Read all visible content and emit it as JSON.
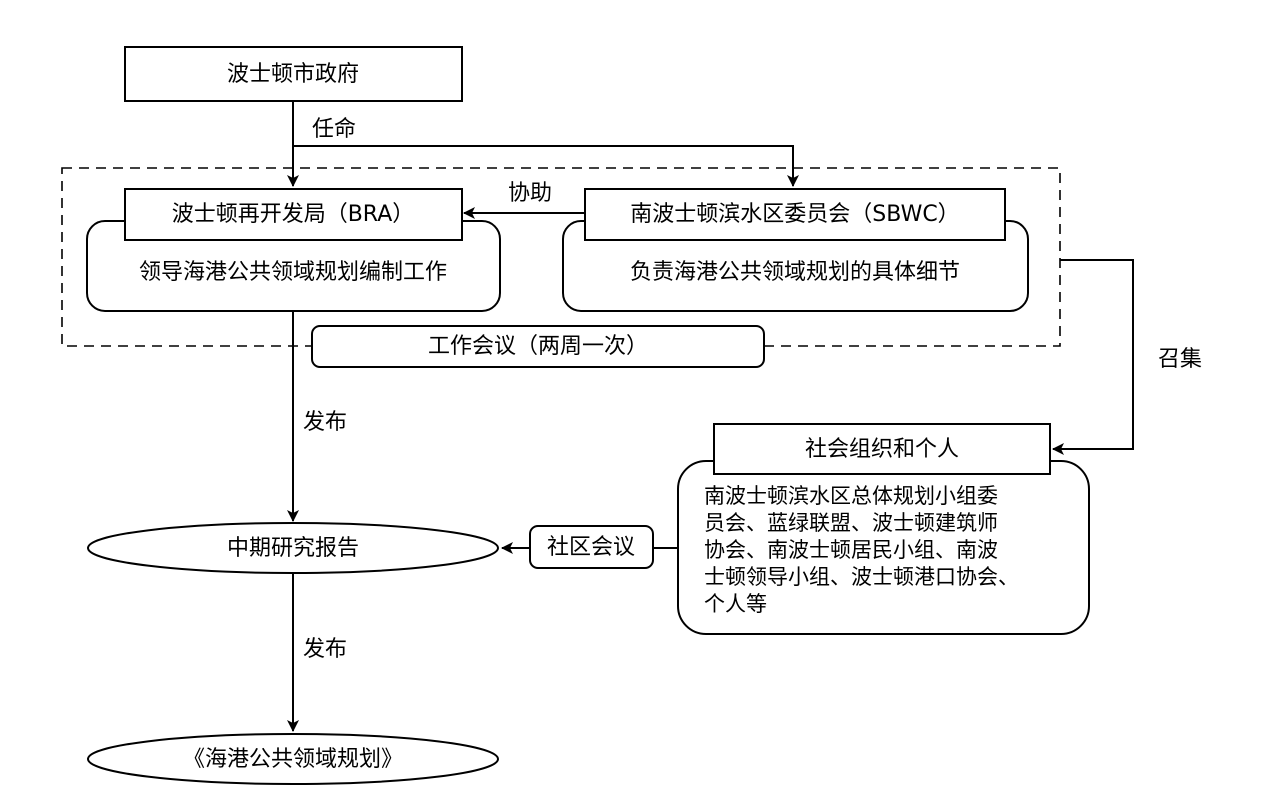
{
  "nodes": {
    "city_gov": "波士顿市政府",
    "bra_title": "波士顿再开发局（BRA）",
    "bra_desc": "领导海港公共领域规划编制工作",
    "sbwc_title": "南波士顿滨水区委员会（SBWC）",
    "sbwc_desc": "负责海港公共领域规划的具体细节",
    "work_meeting": "工作会议（两周一次）",
    "social_org": "社会组织和个人",
    "social_org_desc": [
      "南波士顿滨水区总体规划小组委",
      "员会、蓝绿联盟、波士顿建筑师",
      "协会、南波士顿居民小组、南波",
      "士顿领导小组、波士顿港口协会、",
      "个人等"
    ],
    "community_meeting": "社区会议",
    "interim_report": "中期研究报告",
    "final_plan": "《海港公共领域规划》"
  },
  "edges": {
    "appoint": "任命",
    "assist": "协助",
    "convene": "召集",
    "publish_1": "发布",
    "publish_2": "发布"
  }
}
